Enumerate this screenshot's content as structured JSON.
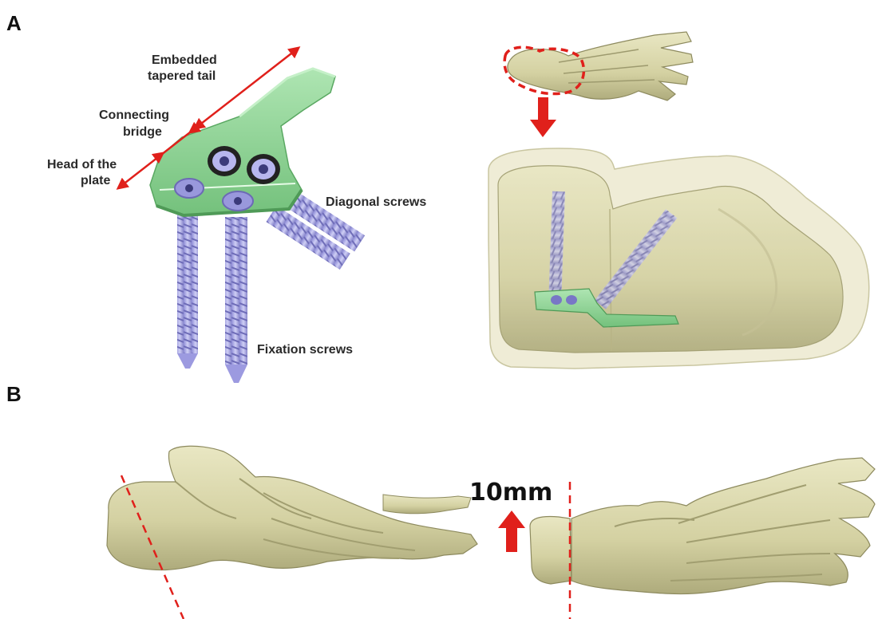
{
  "panels": {
    "a": {
      "letter": "A"
    },
    "b": {
      "letter": "B"
    }
  },
  "plate_labels": {
    "tail": [
      "Embedded",
      "tapered tail"
    ],
    "bridge": [
      "Connecting",
      "bridge"
    ],
    "head": [
      "Head of the",
      "plate"
    ],
    "diagonal": "Diagonal screws",
    "fixation": "Fixation screws"
  },
  "osteotomy": {
    "shift": "10mm"
  },
  "colors": {
    "bone": "#d6d4a6",
    "bone_shadow": "#a7a476",
    "plate": "#94d69a",
    "screw": "#a9a8e4",
    "marker": "#e0201b",
    "soft_tissue": "#e7e4c6"
  }
}
